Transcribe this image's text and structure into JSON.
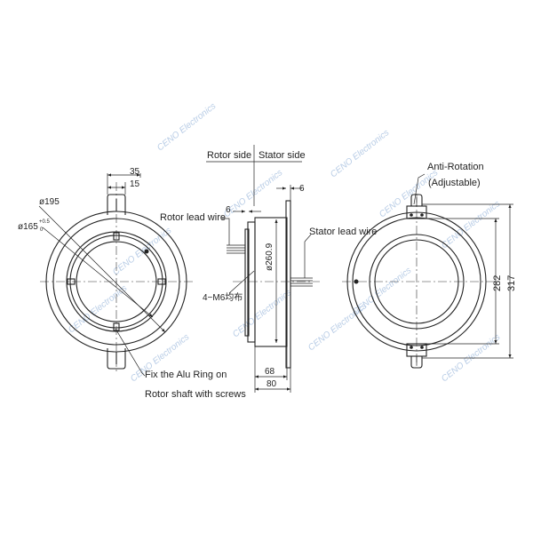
{
  "view_headers": {
    "rotor_side": "Rotor side",
    "stator_side": "Stator side"
  },
  "dimensions": {
    "d35": "35",
    "d15": "15",
    "dia195": "ø195",
    "dia165": "ø165",
    "dia165_tol_upper": "+0.5",
    "dia165_tol_lower": "0",
    "side_6_top": "6",
    "side_6_left": "6",
    "dia260": "ø260.9",
    "d68": "68",
    "d80": "80",
    "h282": "282",
    "h317": "317"
  },
  "annotations": {
    "rotor_lead_wire": "Rotor lead wire",
    "stator_lead_wire": "Stator lead wire",
    "m6": "4−M6均布",
    "fix_line1": "Fix the Alu Ring on",
    "fix_line2": "Rotor shaft with screws",
    "anti_rotation": "Anti-Rotation",
    "adjustable": "(Adjustable)"
  },
  "watermark": "CENO Electronics",
  "colors": {
    "line": "#222222",
    "watermark": "#b9cde6"
  }
}
